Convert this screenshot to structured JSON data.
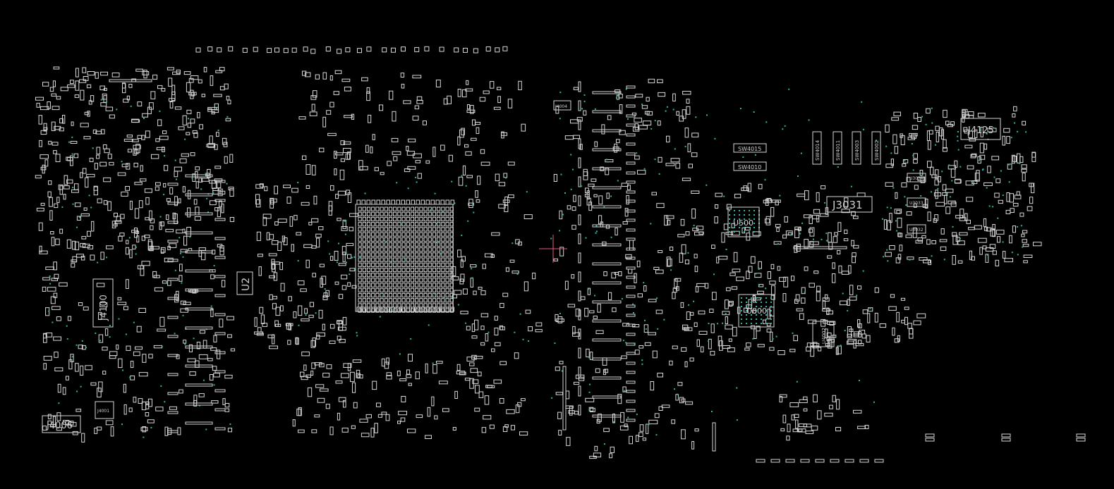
{
  "board": {
    "background_color": "#000000",
    "pad_color": "#d8d8d8",
    "via_color": "#2bb6a8",
    "cursor_color": "#e05a7a",
    "labels": {
      "j4006": "J4006",
      "j4100": "J4100",
      "j4001": "J4001",
      "u2": "U2",
      "j4004": "J4004",
      "sw4015": "SW4015",
      "sw4010": "SW4010",
      "sw4014": "SW4014",
      "sw4011": "SW4011",
      "sw4003": "SW4003",
      "sw4002": "SW4002",
      "j4125": "J4125",
      "j3031": "J3031",
      "u500": "U500",
      "u800": "U800",
      "u4002": "U4002",
      "u3034": "U3034",
      "u3033": "U3033",
      "u3032": "U3032"
    }
  }
}
